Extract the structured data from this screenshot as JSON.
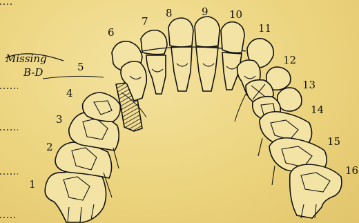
{
  "diagram": {
    "note": {
      "line1": "Missing",
      "line2": "B-D"
    },
    "tooth_numbers": [
      "1",
      "2",
      "3",
      "4",
      "5",
      "6",
      "7",
      "8",
      "9",
      "10",
      "11",
      "12",
      "13",
      "14",
      "15",
      "16"
    ],
    "missing_tooth_number": "5"
  }
}
